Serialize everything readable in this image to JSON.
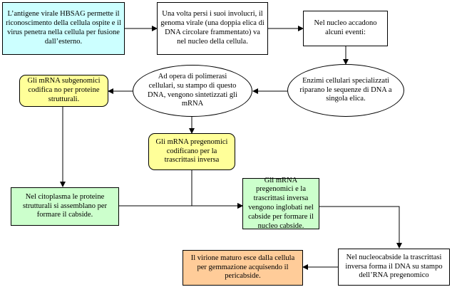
{
  "diagram": {
    "colors": {
      "cyan": "#ccffff",
      "white": "#ffffff",
      "yellow": "#ffff99",
      "green": "#ccffcc",
      "orange": "#ffcc99",
      "stroke": "#000000"
    },
    "nodes": {
      "n1": "L’antigene virale HBSAG permette il riconoscimento della cellula ospite e il virus penetra nella cellula per fusione dall’esterno.",
      "n2": "Una volta persi i suoi involucri, il genoma virale (una doppia elica di DNA circolare frammentato) va nel nucleo della cellula.",
      "n3": "Nel nucleo accadono alcuni eventi:",
      "n4": "Enzimi cellulari specializzati riparano le sequenze di DNA a singola elica.",
      "n5": "Ad opera di polimerasi cellulari, su stampo di questo DNA, vengono sintetizzati gli mRNA",
      "n6": "Gli mRNA subgenomici codifica no per proteine strutturali.",
      "n7": "Gli mRNA pregenomici codificano per la trascrittasi inversa",
      "n8": "Nel citoplasma le proteine strutturali si assemblano per formare il cabside.",
      "n9": "Gli mRNA pregenomici e la trascrittasi inversa vengono inglobati nel cabside per formare il nucleo cabside.",
      "n10": "Nel nucleocabside la trascrittasi inversa forma il DNA su stampo dell’RNA pregenomico",
      "n11": "Il virione maturo esce dalla cellula per gemmazione acquisendo il pericabside."
    }
  }
}
